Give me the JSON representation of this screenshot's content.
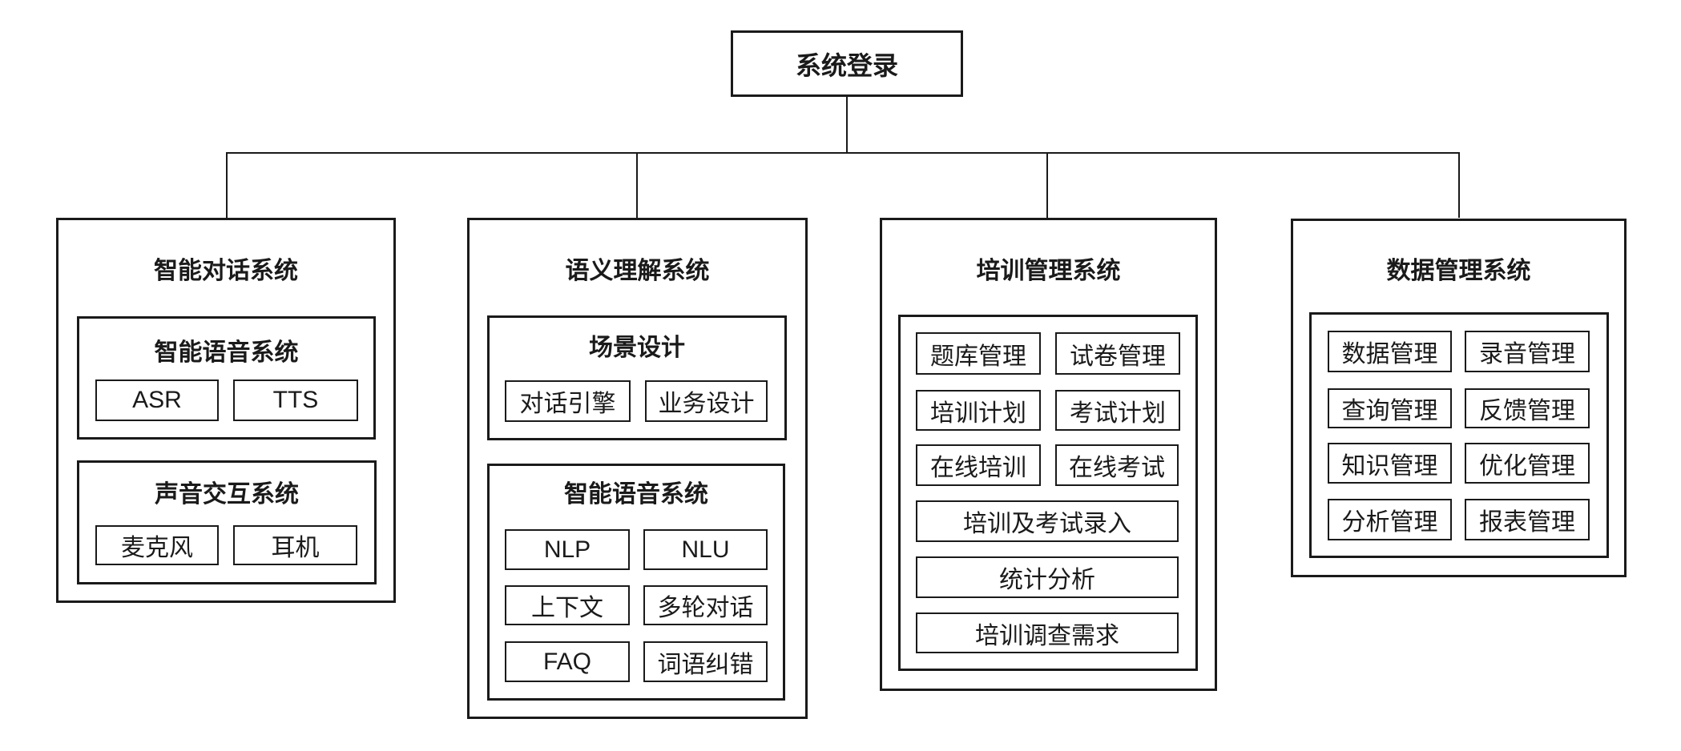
{
  "diagram": {
    "root": {
      "label": "系统登录"
    },
    "branches": [
      {
        "title": "智能对话系统",
        "groups": [
          {
            "title": "智能语音系统",
            "items": [
              "ASR",
              "TTS"
            ]
          },
          {
            "title": "声音交互系统",
            "items": [
              "麦克风",
              "耳机"
            ]
          }
        ]
      },
      {
        "title": "语义理解系统",
        "groups": [
          {
            "title": "场景设计",
            "items": [
              "对话引擎",
              "业务设计"
            ]
          },
          {
            "title": "智能语音系统",
            "items": [
              "NLP",
              "NLU",
              "上下文",
              "多轮对话",
              "FAQ",
              "词语纠错"
            ]
          }
        ]
      },
      {
        "title": "培训管理系统",
        "groups": [
          {
            "items": [
              "题库管理",
              "试卷管理",
              "培训计划",
              "考试计划",
              "在线培训",
              "在线考试",
              "培训及考试录入",
              "统计分析",
              "培训调查需求"
            ]
          }
        ]
      },
      {
        "title": "数据管理系统",
        "groups": [
          {
            "items": [
              "数据管理",
              "录音管理",
              "查询管理",
              "反馈管理",
              "知识管理",
              "优化管理",
              "分析管理",
              "报表管理"
            ]
          }
        ]
      }
    ],
    "colors": {
      "line": "#1a1a1a",
      "text": "#1a1a1a",
      "background": "#ffffff"
    }
  }
}
